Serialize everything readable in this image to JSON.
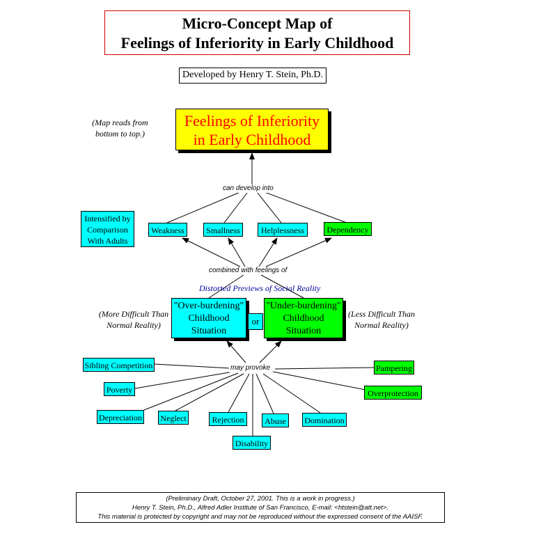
{
  "title": {
    "line1": "Micro-Concept Map of",
    "line2": "Feelings of Inferiority in Early Childhood"
  },
  "developer": "Developed by Henry T. Stein, Ph.D.",
  "reading_note": "(Map reads from bottom to top.)",
  "goal": {
    "line1": "Feelings of Inferiority",
    "line2": "in Early Childhood"
  },
  "links": {
    "can_develop_into": "can develop into",
    "combined_with": "combined with feelings of",
    "may_provoke": "may provoke"
  },
  "feelings": [
    {
      "label": "Weakness",
      "color": "#00ffff"
    },
    {
      "label": "Smallness",
      "color": "#00ffff"
    },
    {
      "label": "Helplessness",
      "color": "#00ffff"
    },
    {
      "label": "Dependency",
      "color": "#00ff00"
    }
  ],
  "intensified": {
    "line1": "Intensified by",
    "line2": "Comparison",
    "line3": "With Adults"
  },
  "distorted_previews": "Distorted Previews of Social Reality",
  "over_burdening": {
    "line1": "\"Over-burdening\"",
    "line2": "Childhood",
    "line3": "Situation"
  },
  "or_label": "or",
  "under_burdening": {
    "line1": "\"Under-burdening\"",
    "line2": "Childhood",
    "line3": "Situation"
  },
  "more_difficult": {
    "line1": "(More Difficult Than",
    "line2": "Normal Reality)"
  },
  "less_difficult": {
    "line1": "(Less Difficult Than",
    "line2": "Normal Reality)"
  },
  "causes": [
    {
      "label": "Sibling Competition",
      "color": "#00ffff"
    },
    {
      "label": "Poverty",
      "color": "#00ffff"
    },
    {
      "label": "Depreciation",
      "color": "#00ffff"
    },
    {
      "label": "Neglect",
      "color": "#00ffff"
    },
    {
      "label": "Rejection",
      "color": "#00ffff"
    },
    {
      "label": "Disability",
      "color": "#00ffff"
    },
    {
      "label": "Abuse",
      "color": "#00ffff"
    },
    {
      "label": "Domination",
      "color": "#00ffff"
    },
    {
      "label": "Pampering",
      "color": "#00ff00"
    },
    {
      "label": "Overprotection",
      "color": "#00ff00"
    }
  ],
  "footer": {
    "line1": "(Preliminary Draft, October 27, 2001.  This is a work in progress.)",
    "line2": "Henry T. Stein, Ph.D., Alfred Adler Institute of San Francisco, E-mail: <htstein@att.net>.",
    "line3": "This material is protected by copyright and may not be reproduced without the expressed consent of the AAISF."
  }
}
